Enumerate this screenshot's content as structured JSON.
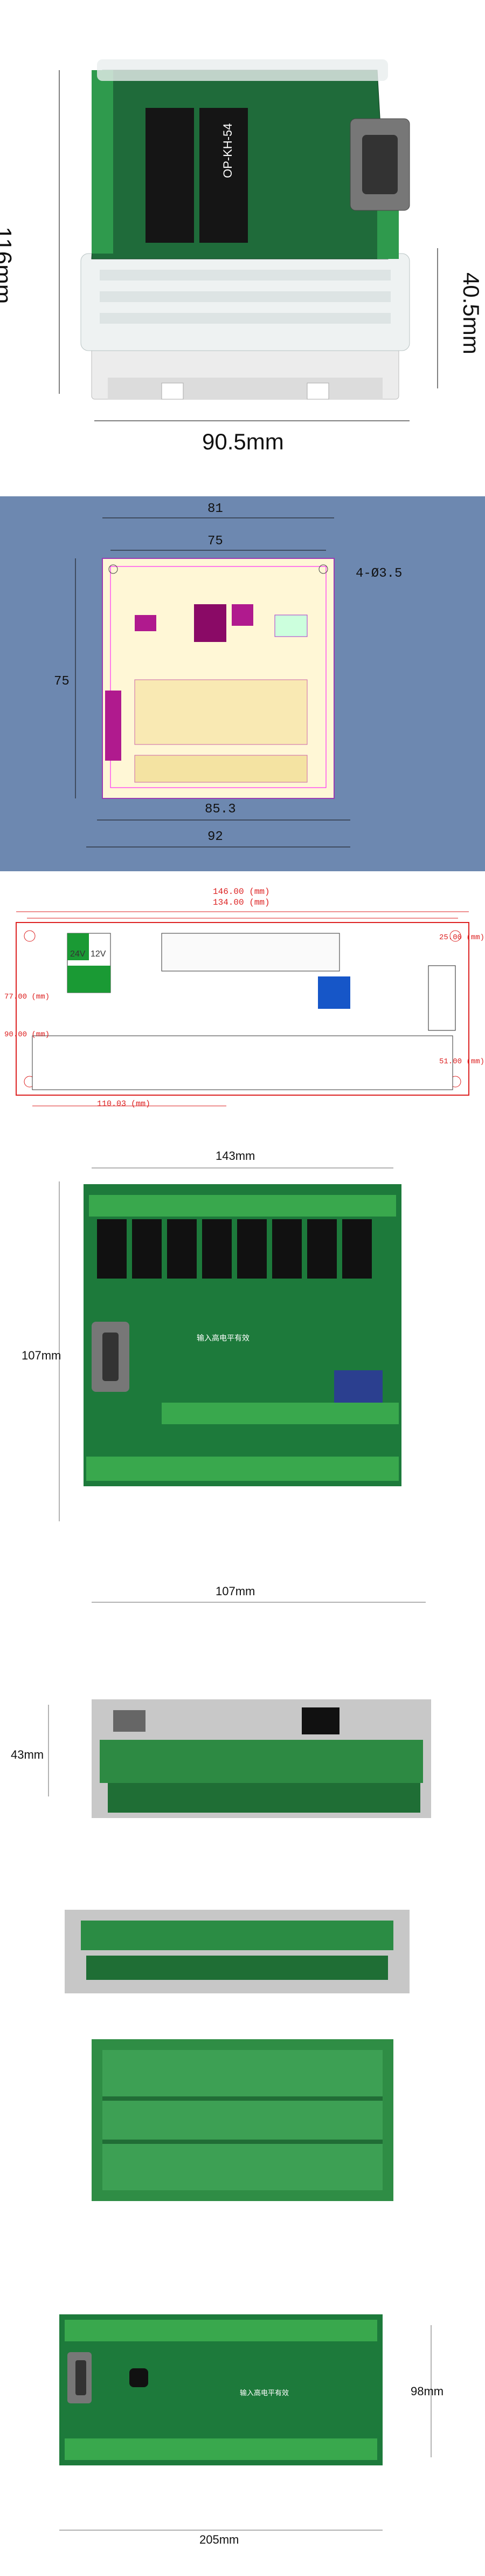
{
  "panel1": {
    "height_label": "116mm",
    "depth_label": "40.5mm",
    "width_label": "90.5mm",
    "pcb_text": "OP-KH-54"
  },
  "panel2": {
    "dim_outer_top": "81",
    "dim_inner_top": "75",
    "dim_left": "75",
    "hole_note": "4-Ø3.5",
    "dim_bottom_inner": "85.3",
    "dim_bottom_outer": "92"
  },
  "panel3": {
    "dim_top_outer": "146.00 (mm)",
    "dim_top_inner": "134.00 (mm)",
    "dim_bottom": "110.03 (mm)",
    "dim_left": "90.00 (mm)",
    "dim_right": "51.00 (mm)",
    "dim_right_small": "25.00 (mm)",
    "dim_left_small": "77.00 (mm)",
    "voltage": "24V",
    "label_12v": "12V"
  },
  "panel4": {
    "width_label": "143mm",
    "height_label": "107mm",
    "pcb_text": "输入高电平有效"
  },
  "panel5": {
    "width_label": "107mm",
    "height_label": "43mm"
  },
  "panel8": {
    "height_label": "98mm",
    "width_label": "205mm",
    "pcb_text": "输入高电平有效"
  }
}
